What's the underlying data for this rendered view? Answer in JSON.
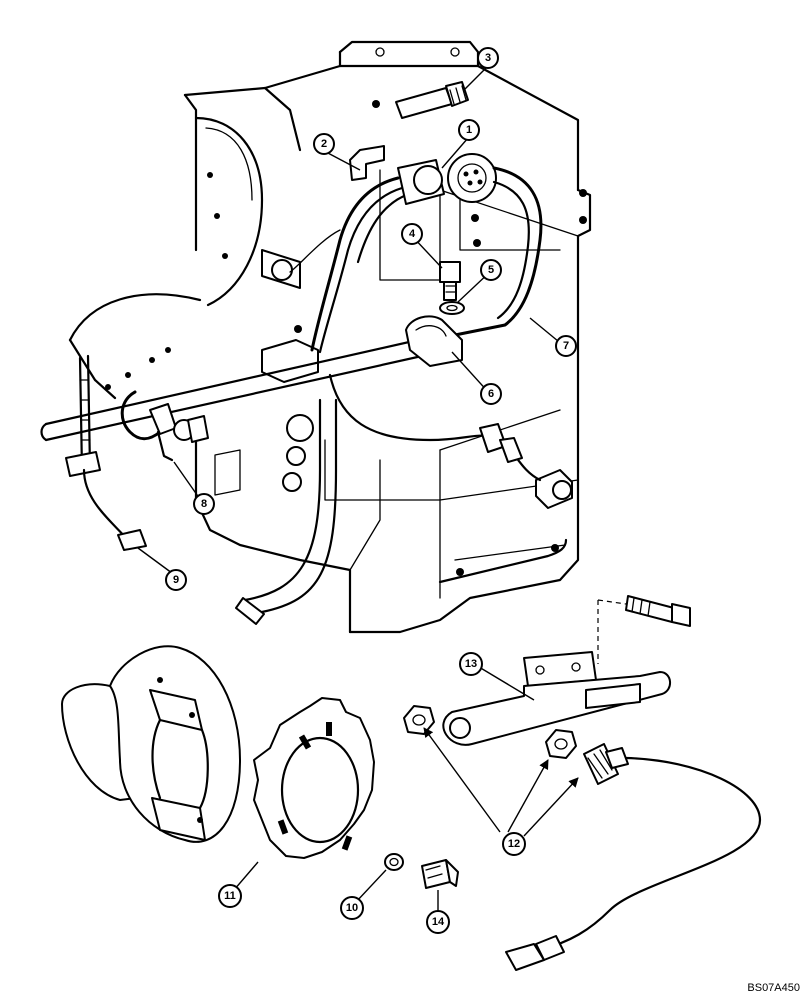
{
  "figure_code": "BS07A450",
  "callouts": [
    "1",
    "2",
    "3",
    "4",
    "5",
    "6",
    "7",
    "8",
    "9",
    "10",
    "11",
    "12",
    "13",
    "14"
  ]
}
